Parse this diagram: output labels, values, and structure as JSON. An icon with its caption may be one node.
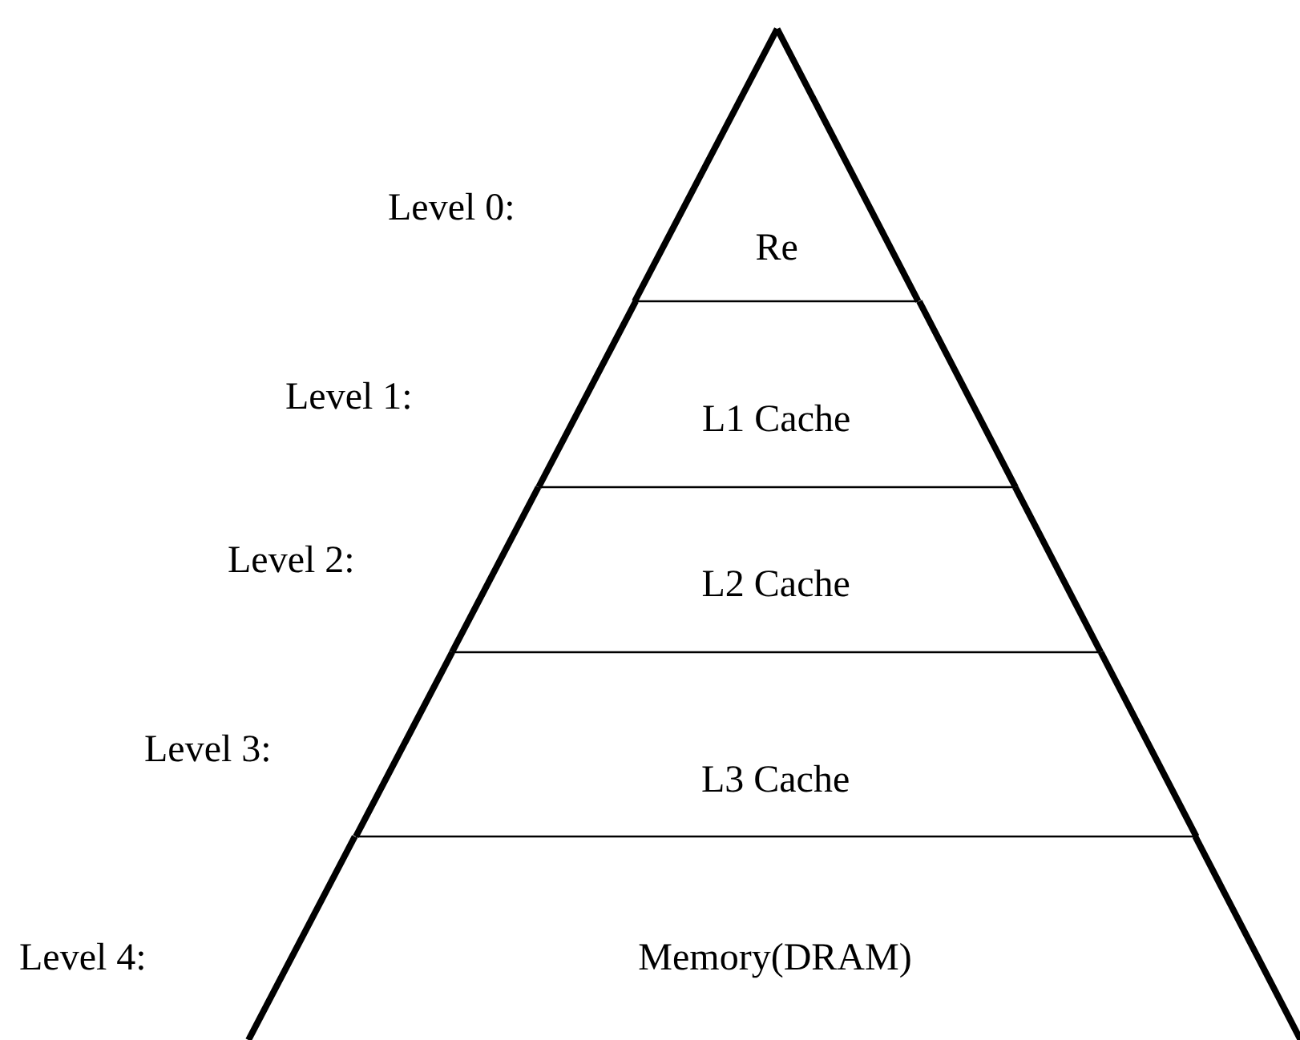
{
  "diagram": {
    "nodes": [
      {
        "text": [
          "Re"
        ],
        "beside": [
          "Level 0:"
        ]
      },
      {
        "text": [
          "L1 Cache"
        ],
        "beside": [
          "Level 1:"
        ]
      },
      {
        "text": [
          "L2 Cache"
        ],
        "beside": [
          "Level 2:"
        ]
      },
      {
        "text": [
          "L3 Cache"
        ],
        "beside": [
          "Level 3:"
        ]
      },
      {
        "text": [
          "Memory(DRAM)"
        ],
        "beside": [
          "Level 4:"
        ]
      }
    ]
  }
}
